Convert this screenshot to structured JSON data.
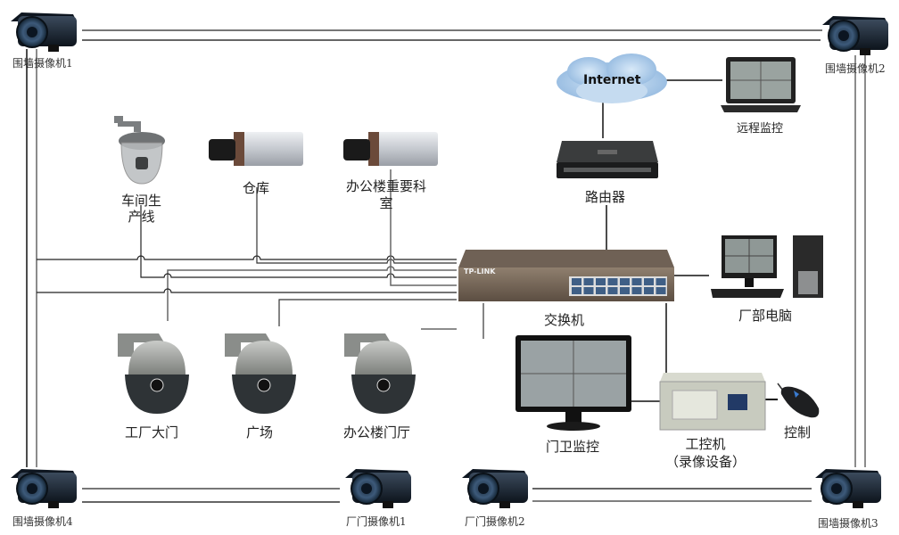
{
  "diagram": {
    "title": "Factory video surveillance network topology",
    "nodes": {
      "wall_cam_1": {
        "label": "围墙摄像机1"
      },
      "wall_cam_2": {
        "label": "围墙摄像机2"
      },
      "wall_cam_3": {
        "label": "围墙摄像机3"
      },
      "wall_cam_4": {
        "label": "围墙摄像机4"
      },
      "gate_cam_1": {
        "label": "厂门摄像机1"
      },
      "gate_cam_2": {
        "label": "厂门摄像机2"
      },
      "workshop_cam": {
        "label_line1": "车间生",
        "label_line2": "产线"
      },
      "warehouse_cam": {
        "label": "仓库"
      },
      "office_room_cam": {
        "label_line1": "办公楼重要科",
        "label_line2": "室"
      },
      "factory_gate_dome": {
        "label": "工厂大门"
      },
      "plaza_dome": {
        "label": "广场"
      },
      "office_lobby_dome": {
        "label": "办公楼门厅"
      },
      "internet": {
        "label": "Internet"
      },
      "remote_laptop": {
        "label": "远程监控"
      },
      "router": {
        "label": "路由器"
      },
      "switch": {
        "label": "交换机",
        "brand": "TP-LINK"
      },
      "factory_pc": {
        "label": "厂部电脑"
      },
      "guard_monitor": {
        "label": "门卫监控"
      },
      "ipc": {
        "label_line1": "工控机",
        "label_line2": "（录像设备）"
      },
      "mouse": {
        "label": "控制"
      }
    },
    "colors": {
      "line_dark": "#111111",
      "line_gray": "#6e6e6e",
      "camera_body": "#1c2733",
      "cloud": "#a9c8e8"
    }
  }
}
